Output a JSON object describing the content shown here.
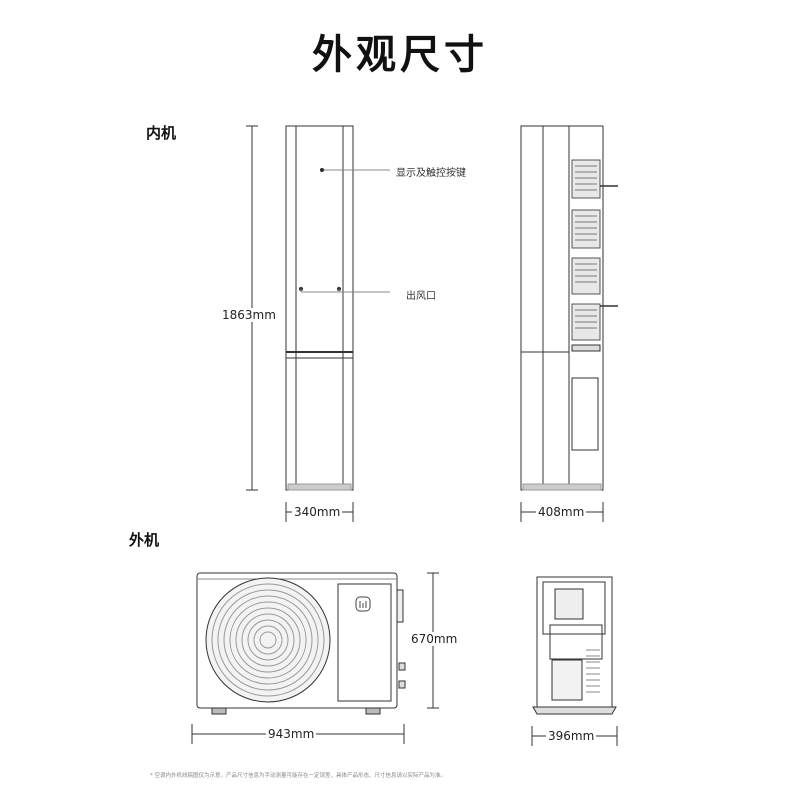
{
  "title": "外观尺寸",
  "indoor": {
    "section_label": "内机",
    "height_label": "1863mm",
    "front_width_label": "340mm",
    "side_depth_label": "408mm",
    "callout_display": "显示及触控按键",
    "callout_outlet": "出风口"
  },
  "outdoor": {
    "section_label": "外机",
    "height_label": "670mm",
    "width_label": "943mm",
    "depth_label": "396mm"
  },
  "footnote": "* 空调内外机线稿图仅为示意，产品尺寸信息为手动测量可能存在一定误差，具体产品形态、尺寸信息请以实际产品为准。"
}
